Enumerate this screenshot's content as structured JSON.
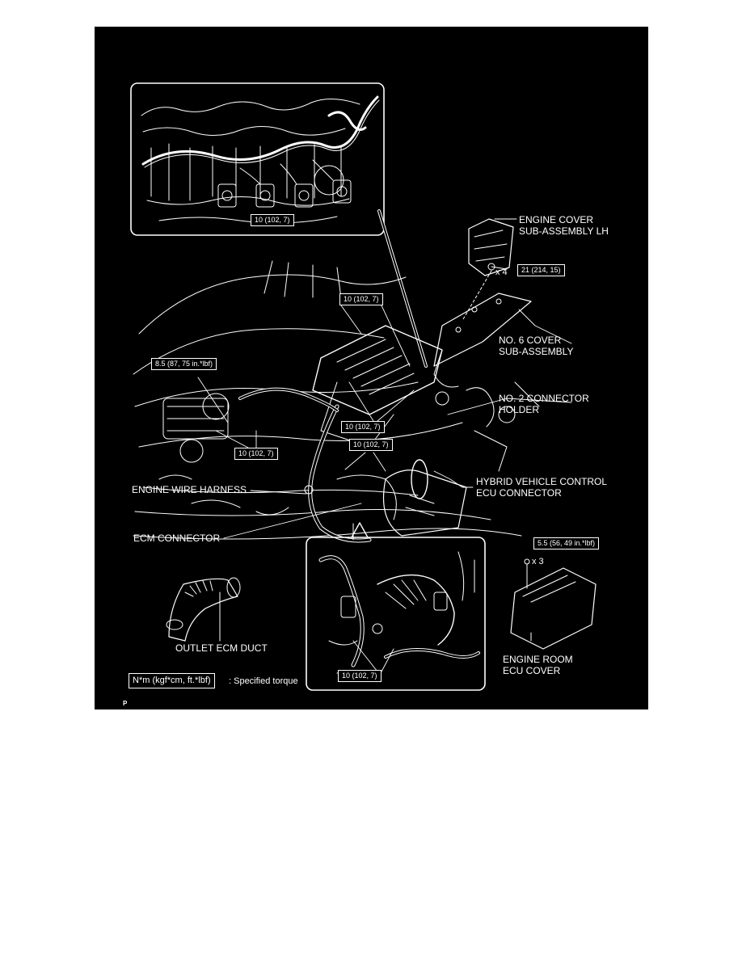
{
  "labels": {
    "engine_cover": [
      "ENGINE COVER",
      "SUB-ASSEMBLY LH"
    ],
    "no6_cover": [
      "NO. 6 COVER",
      "SUB-ASSEMBLY"
    ],
    "no2_connector": [
      "NO. 2 CONNECTOR",
      "HOLDER"
    ],
    "hybrid_ecu": [
      "HYBRID VEHICLE CONTROL",
      "ECU CONNECTOR"
    ],
    "engine_wire": "ENGINE WIRE HARNESS",
    "ecm_connector": "ECM CONNECTOR",
    "outlet_duct": "OUTLET ECM DUCT",
    "ecu_cover": [
      "ENGINE ROOM",
      "ECU COVER"
    ]
  },
  "torques": {
    "inset_top": "10 (102, 7)",
    "cover_nut": "21 (214, 15)",
    "upper_center": "10 (102, 7)",
    "left": "8.5 (87, 75 in.*lbf)",
    "mid_1": "10 (102, 7)",
    "mid_2": "10 (102, 7)",
    "lower_left": "10 (102, 7)",
    "ecu_cover_bolt": "5.5 (56, 49 in.*lbf)",
    "inset_bottom": "10 (102, 7)"
  },
  "quantities": {
    "cover_nuts": "x 4",
    "ecu_bolts": "x 3"
  },
  "legend": {
    "unit": "N*m (kgf*cm, ft.*lbf)",
    "text": ": Specified torque"
  },
  "page_marker": "P",
  "colors": {
    "background": "#000000",
    "linework": "#ffffff",
    "page": "#ffffff"
  }
}
